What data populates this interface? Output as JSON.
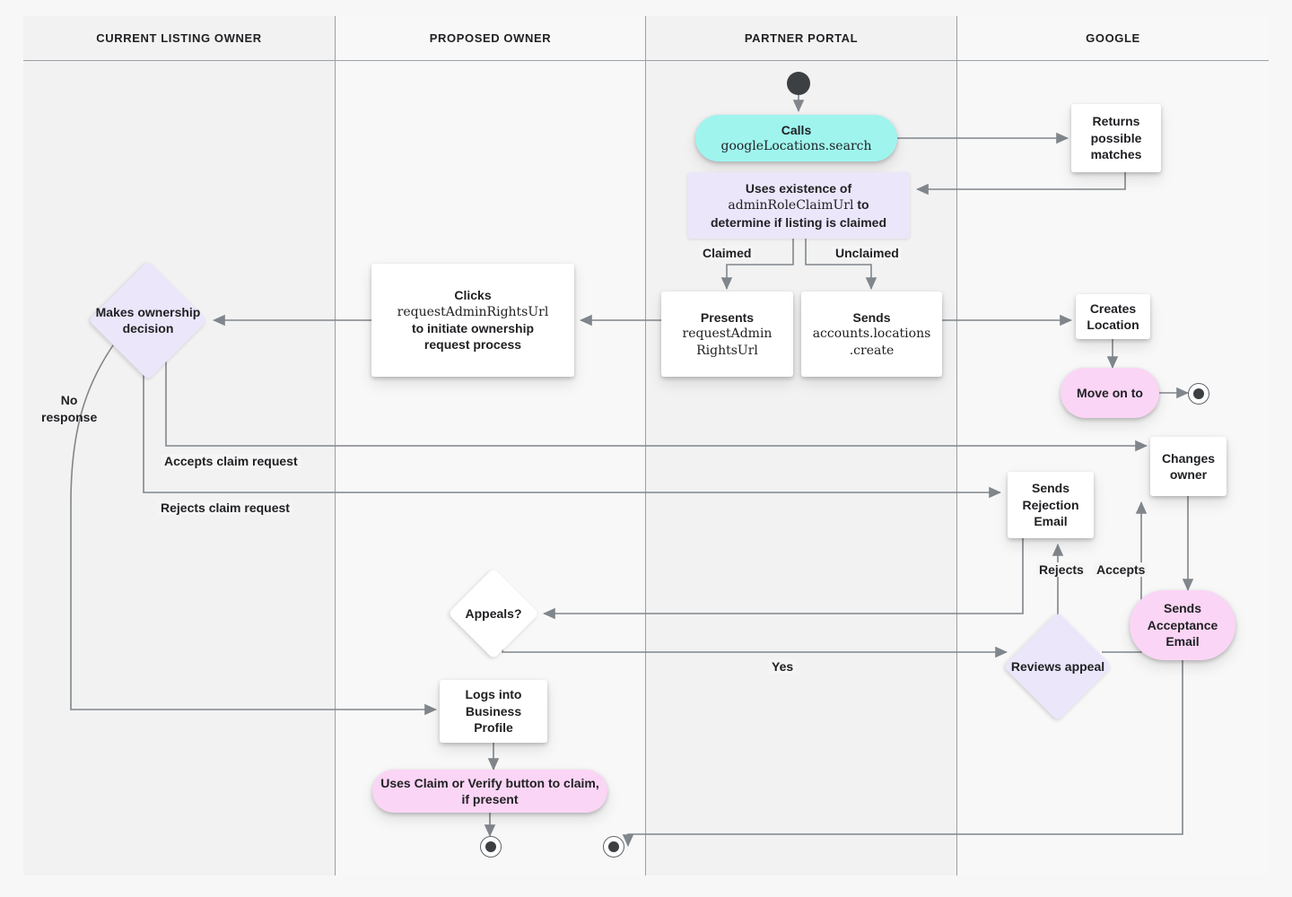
{
  "diagram": {
    "title": "Google Business Profile listing ownership transfer flow",
    "colors": {
      "cyan": "#9ff5ee",
      "pink": "#fbd5f5",
      "lavender": "#ebe6f9",
      "white": "#ffffff",
      "line": "#80868b",
      "text": "#202124",
      "canvas": "#f5f5f5"
    },
    "lanes": [
      {
        "id": "current-listing-owner",
        "label": "CURRENT LISTING OWNER"
      },
      {
        "id": "proposed-owner",
        "label": "PROPOSED OWNER"
      },
      {
        "id": "partner-portal",
        "label": "PARTNER PORTAL"
      },
      {
        "id": "google",
        "label": "GOOGLE"
      }
    ],
    "nodes": {
      "start": {
        "kind": "start-node",
        "label": ""
      },
      "calls_search": {
        "kind": "pill-cyan",
        "line1": "Calls",
        "line2": "googleLocations.search"
      },
      "returns_matches": {
        "kind": "rect",
        "label": "Returns possible matches"
      },
      "uses_existence": {
        "kind": "lavender-rect",
        "line1": "Uses existence of",
        "line2": "adminRoleClaimUrl",
        "line3": " to",
        "line4": "determine if listing is claimed"
      },
      "presents_url": {
        "kind": "rect",
        "line1": "Presents",
        "line2": "requestAdmin",
        "line3": "RightsUrl"
      },
      "sends_create": {
        "kind": "rect",
        "line1": "Sends",
        "line2": "accounts.locations",
        "line3": ".create"
      },
      "creates_location": {
        "kind": "rect",
        "label": "Creates Location"
      },
      "move_on_to": {
        "kind": "pill-pink",
        "label": "Move on to"
      },
      "clicks_url": {
        "kind": "rect",
        "line1": "Clicks",
        "line2": "requestAdminRightsUrl",
        "line3": "to initiate ownership",
        "line4": "request process"
      },
      "makes_decision": {
        "kind": "diamond-lavender",
        "label": "Makes ownership decision"
      },
      "changes_owner": {
        "kind": "rect",
        "label": "Changes owner"
      },
      "sends_rejection": {
        "kind": "rect",
        "label": "Sends Rejection Email"
      },
      "sends_acceptance": {
        "kind": "pill-pink",
        "label": "Sends Acceptance Email"
      },
      "reviews_appeal": {
        "kind": "diamond-lavender",
        "label": "Reviews appeal"
      },
      "appeals": {
        "kind": "diamond-white",
        "label": "Appeals?"
      },
      "logs_into": {
        "kind": "rect",
        "label": "Logs into Business Profile"
      },
      "uses_claim_button": {
        "kind": "pill-pink",
        "label": "Uses Claim or Verify button to claim, if present"
      },
      "end_google": {
        "kind": "end-node",
        "label": ""
      },
      "end_proposed": {
        "kind": "end-node",
        "label": ""
      },
      "end_partner": {
        "kind": "end-node",
        "label": ""
      }
    },
    "edge_labels": {
      "claimed": "Claimed",
      "unclaimed": "Unclaimed",
      "no_response": "No response",
      "no_response_l1": "No",
      "no_response_l2": "response",
      "accepts_claim": "Accepts claim request",
      "rejects_claim": "Rejects claim request",
      "rejects": "Rejects",
      "accepts": "Accepts",
      "yes": "Yes"
    }
  }
}
